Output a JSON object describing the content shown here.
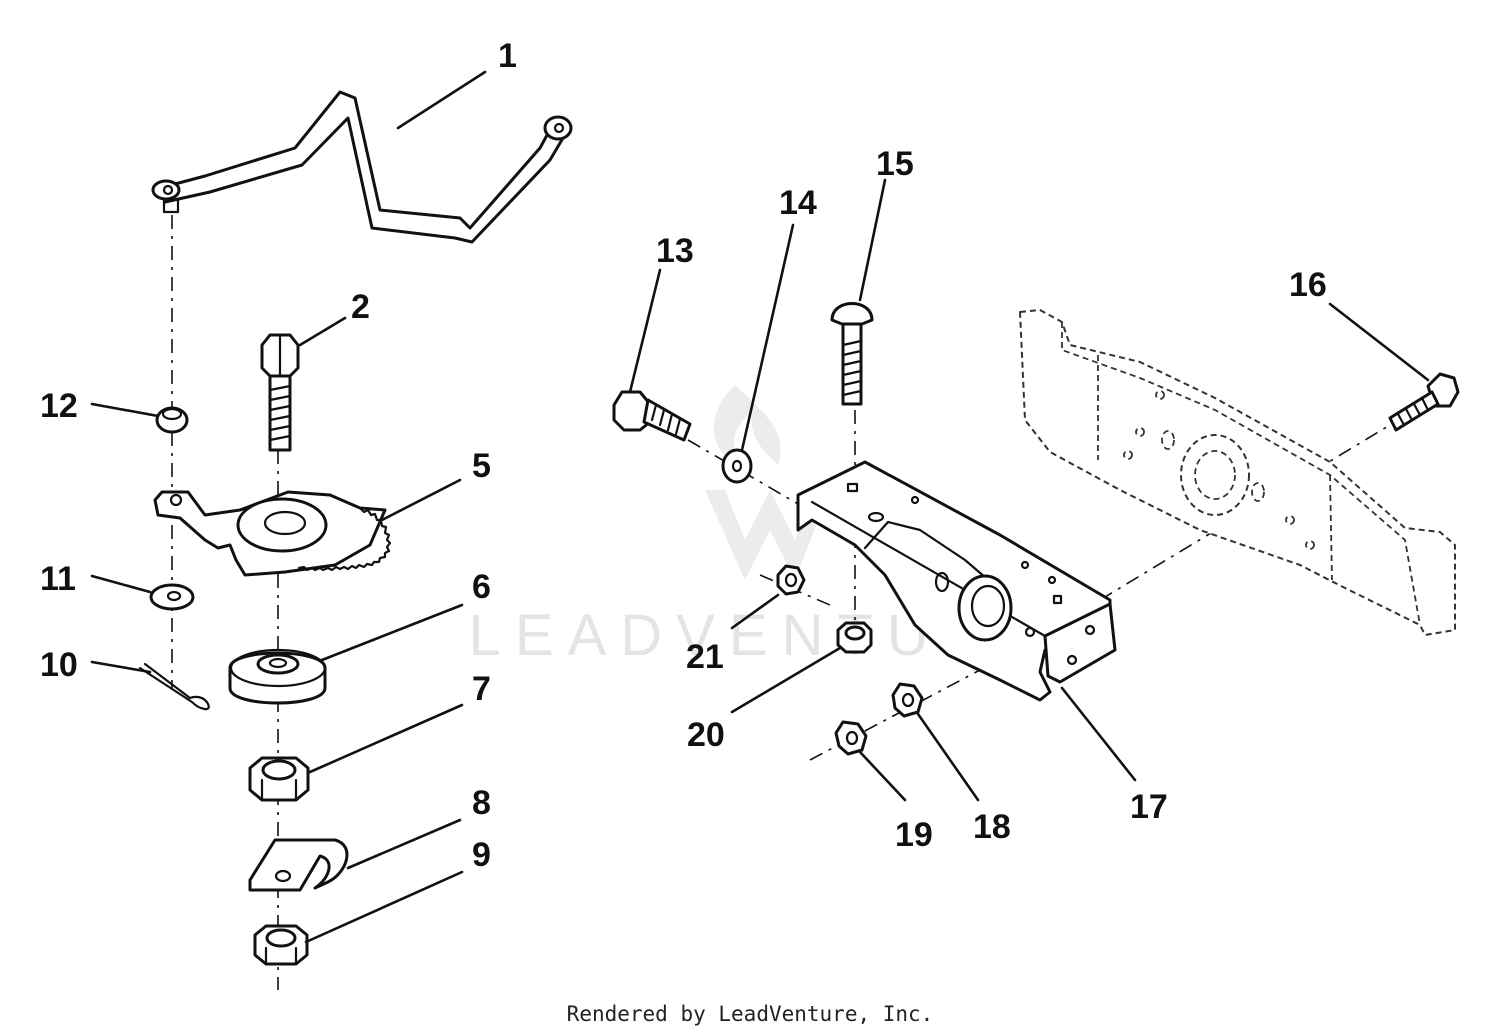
{
  "callouts": [
    {
      "number": "1",
      "part": "lever-rod"
    },
    {
      "number": "2",
      "part": "hex-bolt"
    },
    {
      "number": "5",
      "part": "gear-sector-plate"
    },
    {
      "number": "6",
      "part": "spring-washer"
    },
    {
      "number": "7",
      "part": "hex-nut"
    },
    {
      "number": "8",
      "part": "clip"
    },
    {
      "number": "9",
      "part": "hex-nut"
    },
    {
      "number": "10",
      "part": "cotter-pin"
    },
    {
      "number": "11",
      "part": "flat-washer"
    },
    {
      "number": "12",
      "part": "push-nut"
    },
    {
      "number": "13",
      "part": "hex-bolt"
    },
    {
      "number": "14",
      "part": "flat-washer"
    },
    {
      "number": "15",
      "part": "carriage-bolt"
    },
    {
      "number": "16",
      "part": "hex-bolt"
    },
    {
      "number": "17",
      "part": "mounting-bracket"
    },
    {
      "number": "18",
      "part": "hex-nut"
    },
    {
      "number": "19",
      "part": "hex-nut"
    },
    {
      "number": "20",
      "part": "hex-nut"
    },
    {
      "number": "21",
      "part": "hex-nut"
    }
  ],
  "watermark": "LEADVENTURE",
  "footer": "Rendered by LeadVenture, Inc."
}
